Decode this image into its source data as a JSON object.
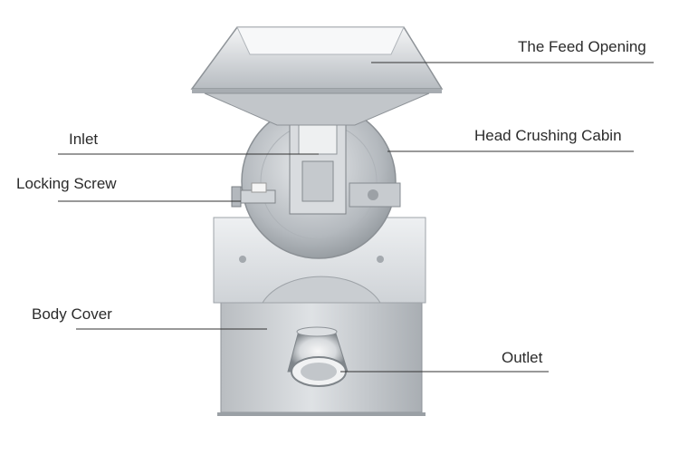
{
  "labels": {
    "feed_opening": "The Feed Opening",
    "inlet": "Inlet",
    "head_crushing_cabin": "Head Crushing Cabin",
    "locking_screw": "Locking Screw",
    "body_cover": "Body Cover",
    "outlet": "Outlet"
  },
  "colors": {
    "steel_light": "#e6e8ea",
    "steel_mid": "#c4c8cc",
    "steel_dark": "#8e9398",
    "leader_line": "#333333",
    "text": "#2b2b2b"
  }
}
